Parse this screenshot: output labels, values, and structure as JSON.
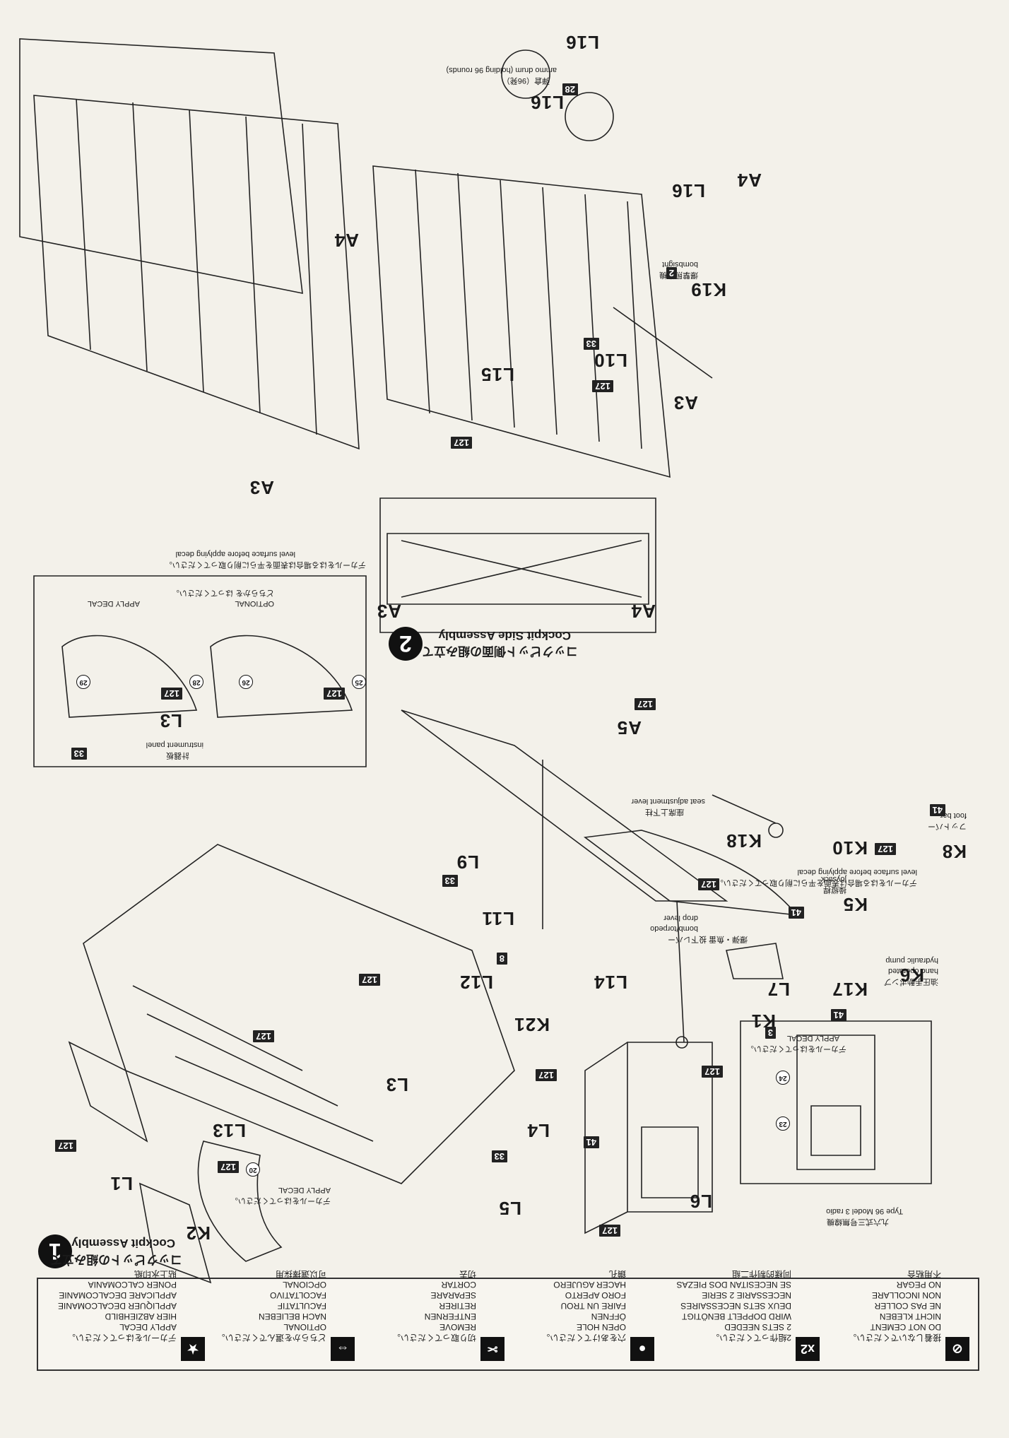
{
  "legend": [
    {
      "icon": "apply-decal-icon",
      "glyph": "★",
      "lines": [
        "デカールをはってください。",
        "APPLY DECAL",
        "HIER ABZIEHBILD",
        "APPLIQUER DECALCOMANIE",
        "APPLICARE DECALCOMANIE",
        "PONER CALCOMANIA",
        "貼上水印紙"
      ]
    },
    {
      "icon": "optional-icon",
      "glyph": "⇔",
      "lines": [
        "どちらかを選んでください。",
        "OPTIONAL",
        "NACH BELIEBEN",
        "FACULTATIF",
        "FACOLTATIVO",
        "OPCIONAL",
        "可以選擇採用"
      ]
    },
    {
      "icon": "remove-icon",
      "glyph": "✂",
      "lines": [
        "切り取ってください。",
        "REMOVE",
        "ENTFERNEN",
        "RETIRER",
        "SEPARARE",
        "CORTAR",
        "切去"
      ]
    },
    {
      "icon": "open-hole-icon",
      "glyph": "●",
      "lines": [
        "穴をあけてください。",
        "OPEN HOLE",
        "ÖFFNEN",
        "FAIRE UN TROU",
        "FORO APERTO",
        "HACER AGUJERO",
        "鑽孔"
      ]
    },
    {
      "icon": "x2-icon",
      "glyph": "x2",
      "lines": [
        "2組作ってください。",
        "2 SETS NEEDED",
        "WIRD DOPPELT BENÖTIGT",
        "DEUX SETS NECESSAIRES",
        "NECESSARIE 2 SERIE",
        "SE NECESITAN DOS PIEZAS",
        "同樣的制作二組"
      ]
    },
    {
      "icon": "do-not-cement-icon",
      "glyph": "⊘",
      "lines": [
        "接着しないでください。",
        "DO NOT CEMENT",
        "NICHT KLEBEN",
        "NE PAS COLLER",
        "NON INCOLLARE",
        "NO PEGAR",
        "不用粘合"
      ]
    }
  ],
  "step1": {
    "number": "1",
    "title_jp": "コックピットの組み立て",
    "title_en": "Cockpit Assembly",
    "radio_jp": "九六式三号無線機",
    "radio_en": "Type 96 Model 3 radio",
    "decal_note_jp": "デカールをはる場合は表面を平らに削り取ってください。",
    "decal_note_en": "level surface before applying decal",
    "apply_decal_jp": "デカールをはってください。",
    "apply_decal": "APPLY DECAL",
    "pump_jp": "油圧手動ポンプ",
    "pump_en1": "hand operated",
    "pump_en2": "hydraulic pump",
    "foot_bar_jp": "フットバー",
    "foot_bar_en": "foot bar",
    "joystick_jp": "操縦桿",
    "joystick_en": "joystick",
    "drop_lever_jp": "爆弾・魚雷 投下レバー",
    "drop_lever_en1": "bomb/torpedo",
    "drop_lever_en2": "drop lever",
    "seat_lever_jp": "座席上下柱",
    "seat_lever_en": "seat adjustment lever"
  },
  "step2": {
    "number": "2",
    "title_jp": "コックピット側面の組み立て",
    "title_en": "Cockpit Side Assembly",
    "bombsight_jp": "爆撃照準機",
    "bombsight_en": "bombsight",
    "ammo_jp": "弾倉（96発）",
    "ammo_en": "ammo drum (holding 96 rounds)",
    "panel_jp": "計器板",
    "panel_en": "instrument panel",
    "apply_decal": "APPLY DECAL",
    "optional": "OPTIONAL",
    "choose_jp": "どちらかを はってください。",
    "decal_note_jp": "デカールをはる場合は表面を平らに削り取ってください。",
    "decal_note_en": "level surface before applying decal"
  },
  "parts": {
    "A3": "A3",
    "A4": "A4",
    "A5": "A5",
    "K1": "K1",
    "K2": "K2",
    "K5": "K5",
    "K6": "K6",
    "K8": "K8",
    "K10": "K10",
    "K17": "K17",
    "K18": "K18",
    "K19": "K19",
    "K21": "K21",
    "L1": "L1",
    "L3": "L3",
    "L4": "L4",
    "L5": "L5",
    "L6": "L6",
    "L7": "L7",
    "L9": "L9",
    "L10": "L10",
    "L11": "L11",
    "L12": "L12",
    "L13": "L13",
    "L14": "L14",
    "L15": "L15",
    "L16": "L16"
  },
  "paint_codes": {
    "c127": "127",
    "c41": "41",
    "c33": "33",
    "c8": "8",
    "c3": "3",
    "c2": "2",
    "c28": "28"
  },
  "decal_numbers": {
    "d20": "20",
    "d23": "23",
    "d24": "24",
    "d25": "25",
    "d26": "26",
    "d28": "28",
    "d29": "29"
  }
}
